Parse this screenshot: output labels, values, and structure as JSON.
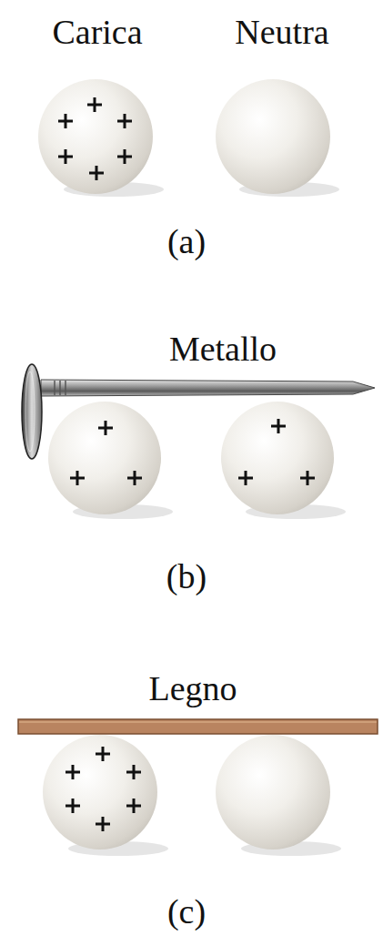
{
  "diagram": {
    "labels": [
      "Carica",
      "Neutra",
      "(a)",
      "Metallo",
      "(b)",
      "Legno",
      "(c)"
    ]
  }
}
